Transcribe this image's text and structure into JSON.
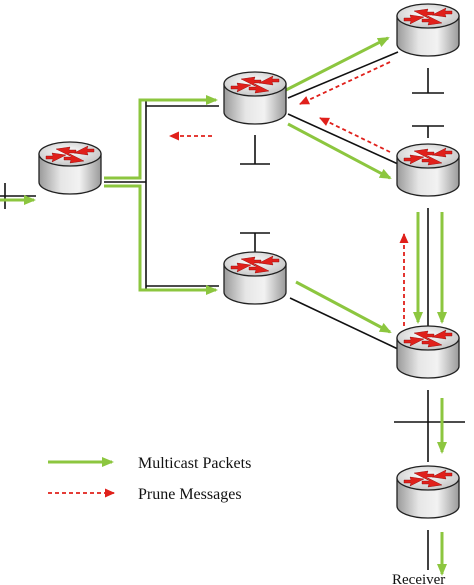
{
  "legend": {
    "multicast_label": "Multicast Packets",
    "prune_label": "Prune Messages"
  },
  "receiver_label": "Receiver",
  "colors": {
    "multicast": "#8cc63f",
    "prune": "#e0201b",
    "router_arrows": "#e0201b"
  },
  "icons": {
    "router": "router-icon",
    "multicast_arrow": "green-arrow",
    "prune_arrow": "red-dashed-arrow"
  }
}
